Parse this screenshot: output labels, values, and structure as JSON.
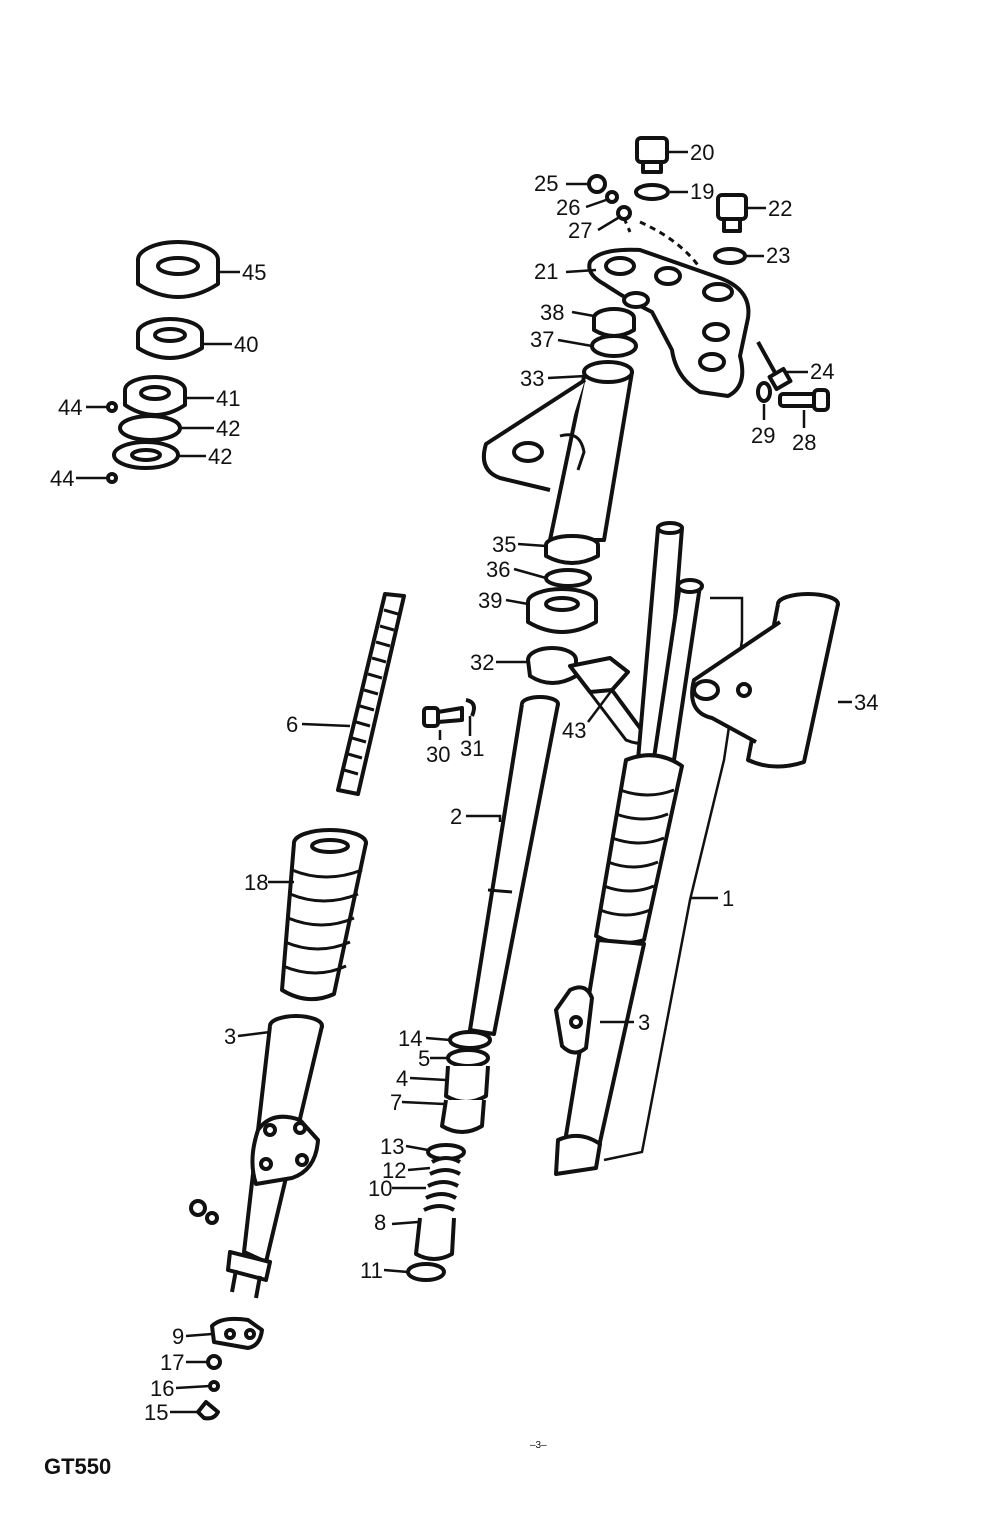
{
  "diagram": {
    "model": "GT550",
    "page_mark": "–3–",
    "labels": {
      "n1": "1",
      "n2": "2",
      "n3a": "3",
      "n3b": "3",
      "n4": "4",
      "n5": "5",
      "n6": "6",
      "n7": "7",
      "n8": "8",
      "n9": "9",
      "n10": "10",
      "n11": "11",
      "n12": "12",
      "n13": "13",
      "n14": "14",
      "n15": "15",
      "n16": "16",
      "n17": "17",
      "n18": "18",
      "n19": "19",
      "n20": "20",
      "n21": "21",
      "n22": "22",
      "n23": "23",
      "n24": "24",
      "n25": "25",
      "n26": "26",
      "n27": "27",
      "n28": "28",
      "n29": "29",
      "n30": "30",
      "n31": "31",
      "n32": "32",
      "n33": "33",
      "n34": "34",
      "n35": "35",
      "n36": "36",
      "n37": "37",
      "n38": "38",
      "n39": "39",
      "n40": "40",
      "n41": "41",
      "n42a": "42",
      "n42b": "42",
      "n43": "43",
      "n44a": "44",
      "n44b": "44",
      "n45": "45"
    }
  }
}
